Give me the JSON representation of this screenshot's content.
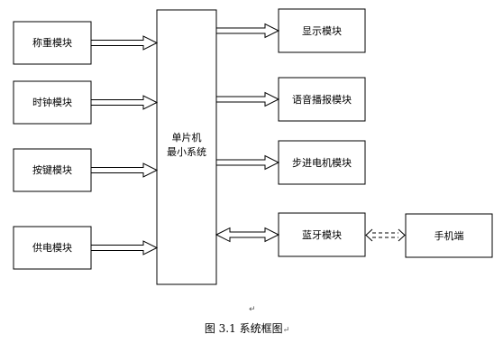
{
  "left_modules": [
    {
      "id": "weigh",
      "label": "称重模块"
    },
    {
      "id": "clock",
      "label": "时钟模块"
    },
    {
      "id": "key",
      "label": "按键模块"
    },
    {
      "id": "power",
      "label": "供电模块"
    }
  ],
  "center": {
    "line1": "单片机",
    "line2": "最小系统"
  },
  "right_modules": [
    {
      "id": "display",
      "label": "显示模块"
    },
    {
      "id": "voice",
      "label": "语音播报模块"
    },
    {
      "id": "stepper",
      "label": "步进电机模块"
    },
    {
      "id": "bluetooth",
      "label": "蓝牙模块"
    }
  ],
  "phone": {
    "label": "手机端"
  },
  "caption": {
    "text": "图 3.1  系统框图",
    "trailing_mark": "↵"
  },
  "para_mark": "↵"
}
